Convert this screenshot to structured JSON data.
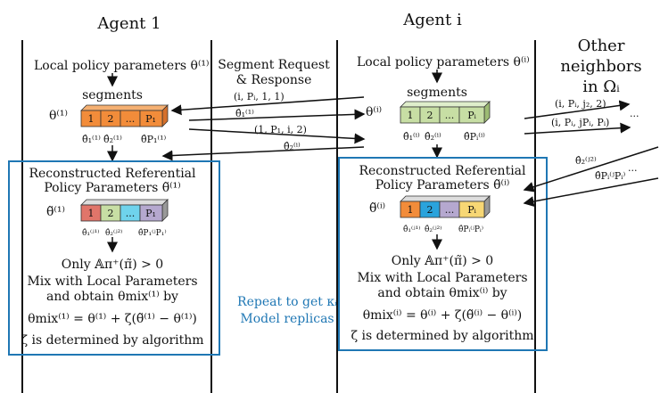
{
  "agents": {
    "left": {
      "title": "Agent 1",
      "local_params": "Local policy parameters θ⁽¹⁾",
      "segments_label": "segments",
      "theta_label": "θ⁽¹⁾",
      "segment_cells": [
        "1",
        "2",
        "...",
        "P₁"
      ],
      "hat_labels": [
        "θ̂₁⁽¹⁾",
        "θ̂₂⁽¹⁾",
        "θ̂P₁⁽¹⁾"
      ],
      "recon_title_1": "Reconstructed Referential",
      "recon_title_2": "Policy Parameters θ̃⁽¹⁾",
      "tilde_label": "θ̃⁽¹⁾",
      "recon_cells": [
        "1",
        "2",
        "...",
        "P₁"
      ],
      "recon_hats": [
        "θ̂₁⁽ʲ¹⁾",
        "θ̂₂⁽ʲ²⁾",
        "θ̂P₁⁽ʲP₁⁾"
      ],
      "only_text": "Only 𝔸π⁺(π̃) > 0",
      "mix_1": "Mix with Local Parameters",
      "mix_2": "and obtain θmix⁽¹⁾ by",
      "formula": "θmix⁽¹⁾ = θ⁽¹⁾ + ζ(θ̃⁽¹⁾ − θ⁽¹⁾)",
      "zeta_line": "ζ is determined by algorithm"
    },
    "right": {
      "title": "Agent i",
      "local_params": "Local policy parameters θ⁽ⁱ⁾",
      "segments_label": "segments",
      "theta_label": "θ⁽ⁱ⁾",
      "segment_cells": [
        "1",
        "2",
        "...",
        "Pᵢ"
      ],
      "hat_labels": [
        "θ̂₁⁽ⁱ⁾",
        "θ̂₂⁽ⁱ⁾",
        "θ̂Pᵢ⁽ⁱ⁾"
      ],
      "recon_title_1": "Reconstructed Referential",
      "recon_title_2": "Policy Parameters θ̃⁽ⁱ⁾",
      "tilde_label": "θ̃⁽ⁱ⁾",
      "recon_cells": [
        "1",
        "2",
        "...",
        "Pᵢ"
      ],
      "recon_hats": [
        "θ̂₁⁽ʲ¹⁾",
        "θ̂₂⁽ʲ²⁾",
        "θ̂Pᵢ⁽ʲPᵢ⁾"
      ],
      "only_text": "Only 𝔸π⁺(π̃) > 0",
      "mix_1": "Mix with Local Parameters",
      "mix_2": "and obtain θmix⁽ⁱ⁾ by",
      "formula": "θmix⁽ⁱ⁾ = θ⁽ⁱ⁾ + ζ(θ̃⁽ⁱ⁾ − θ⁽ⁱ⁾)",
      "zeta_line": "ζ is determined by algorithm"
    }
  },
  "middle": {
    "req_1": "Segment Request",
    "req_2": "& Response",
    "msg_1": "(i, Pᵢ, 1, 1)",
    "msg_2": "θ̂₁⁽¹⁾",
    "msg_3": "(1, P₁, i, 2)",
    "msg_4": "θ̂₂⁽ⁱ⁾",
    "repeat_1": "Repeat to get κᵢ",
    "repeat_2": "Model replicas"
  },
  "neighbors": {
    "title_1": "Other",
    "title_2": "neighbors",
    "title_3": "in Ωᵢ",
    "msg_a": "(i, Pᵢ, j₂, 2)",
    "msg_b": "(i, Pᵢ, jPᵢ, Pᵢ)",
    "msg_c": "θ̂₂⁽ʲ²⁾",
    "msg_d": "θ̂Pᵢ⁽ʲPᵢ⁾",
    "dots": "...",
    "dots2": "..."
  },
  "colors": {
    "orange": "#f28c3a",
    "green": "#c7dea4",
    "red": "#e0756a",
    "cyan": "#6fd3ec",
    "purple": "#b5a8cf",
    "yellow": "#f7d774",
    "blue_box": "#1f77b4",
    "blue_cell": "#2aa3dc"
  }
}
